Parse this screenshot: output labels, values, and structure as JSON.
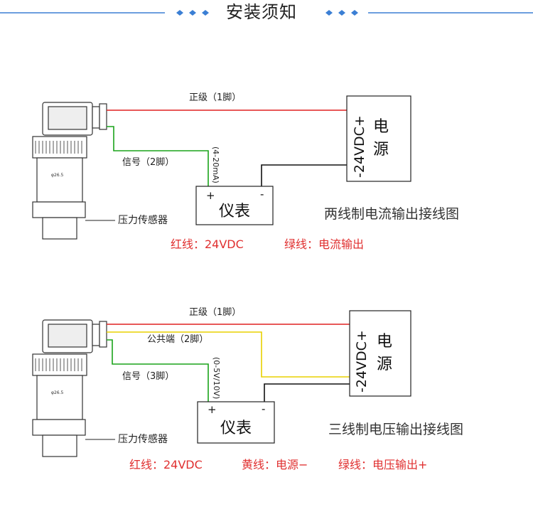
{
  "header": {
    "title": "安装须知"
  },
  "colors": {
    "positive_wire": "#e02020",
    "signal_wire": "#1aa31a",
    "common_wire": "#e8d000",
    "negative_wire": "#111111",
    "header_accent": "#3b7fd4",
    "legend_text": "#e03030"
  },
  "diagram_two_wire": {
    "wire_positive": "正级（1脚）",
    "wire_signal": "信号（2脚）",
    "signal_range": "(4-20mA)",
    "meter_label": "仪表",
    "meter_plus": "+",
    "meter_minus": "-",
    "psu_voltage": "-24VDC+",
    "psu_label_1": "电",
    "psu_label_2": "源",
    "sensor_label": "压力传感器",
    "sensor_spec": "φ26.5",
    "caption": "两线制电流输出接线图",
    "legend_red": "红线：24VDC",
    "legend_green": "绿线：电流输出"
  },
  "diagram_three_wire": {
    "wire_positive": "正级（1脚）",
    "wire_common": "公共端（2脚）",
    "wire_signal": "信号（3脚）",
    "signal_range": "(0-5V/10V)",
    "meter_label": "仪表",
    "meter_plus": "+",
    "meter_minus": "-",
    "psu_voltage": "-24VDC+",
    "psu_label_1": "电",
    "psu_label_2": "源",
    "sensor_label": "压力传感器",
    "sensor_spec": "φ26.5",
    "caption": "三线制电压输出接线图",
    "legend_red": "红线：24VDC",
    "legend_yellow": "黄线：电源−",
    "legend_green": "绿线：电压输出+"
  }
}
